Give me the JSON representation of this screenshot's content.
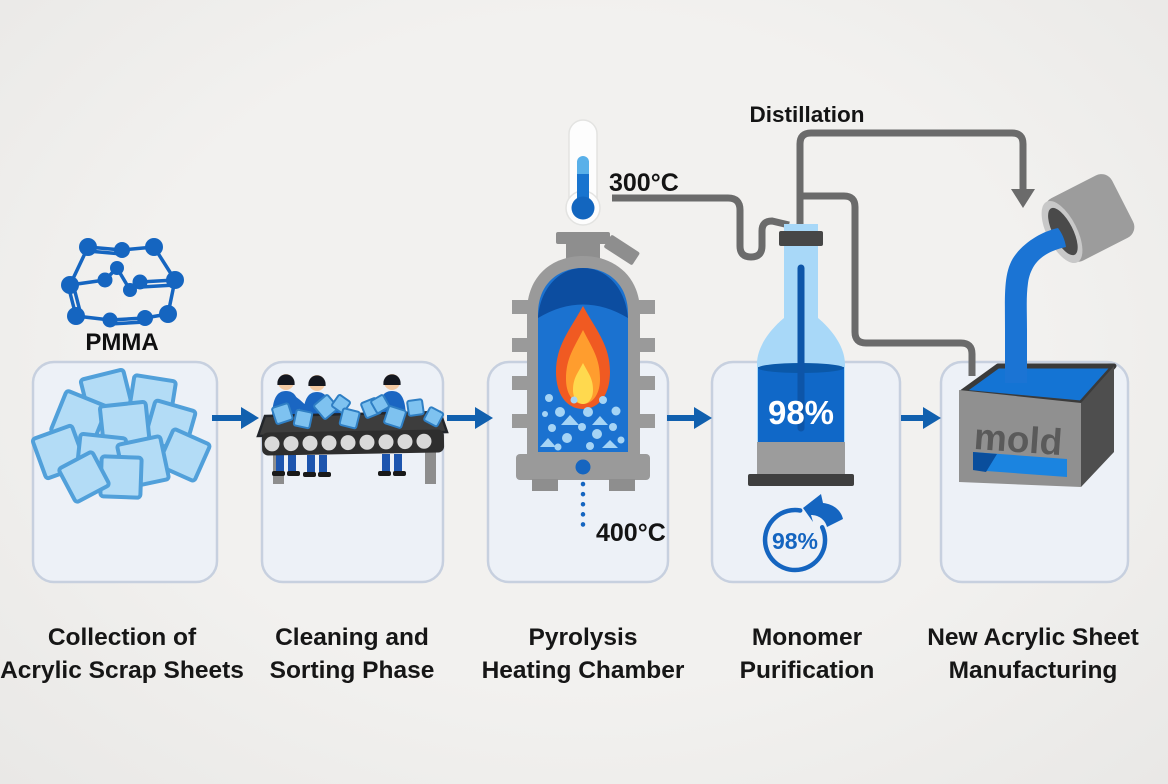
{
  "molecule": {
    "label": "PMMA"
  },
  "pyrolysis": {
    "top_temp": "300°C",
    "bottom_temp": "400°C"
  },
  "distillation_label": "Distillation",
  "purification": {
    "bottle_purity": "98%",
    "recovery_rate": "98%"
  },
  "manufacturing": {
    "mold_label": "mold"
  },
  "steps": [
    {
      "line1": "Collection of",
      "line2": "Acrylic Scrap Sheets"
    },
    {
      "line1": "Cleaning and",
      "line2": "Sorting Phase"
    },
    {
      "line1": "Pyrolysis",
      "line2": "Heating Chamber"
    },
    {
      "line1": "Monomer",
      "line2": "Purification"
    },
    {
      "line1": "New Acrylic Sheet",
      "line2": "Manufacturing"
    }
  ],
  "colors": {
    "accent_blue": "#1565c0",
    "flow_arrow": "#1160ae",
    "liquid_blue": "#1068c8",
    "glass_blue": "#a8d8f8",
    "scrap_blue": "#b3dcf6",
    "panel_fill": "#edf1f7",
    "panel_border": "#c7d0df",
    "pipe_gray": "#6b6b6b",
    "machine_gray": "#9a9a9a",
    "flame_orange": "#f05a22",
    "flame_yellow": "#ffd94e"
  }
}
